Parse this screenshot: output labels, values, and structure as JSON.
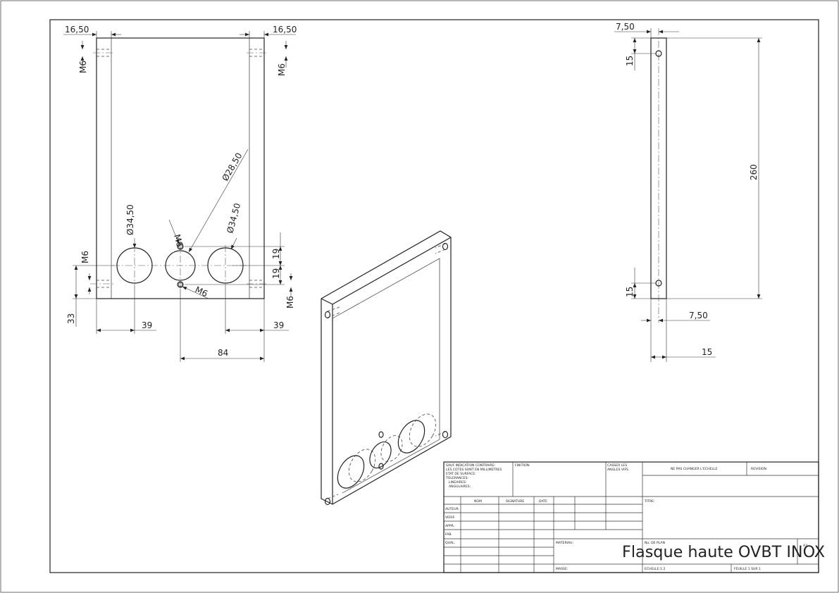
{
  "dimensions": {
    "front": {
      "edge_left": "16,50",
      "edge_right": "16,50",
      "thread_top_left": "M6",
      "thread_top_right": "M6",
      "thread_bottom_left": "M6",
      "thread_bottom_right": "M6",
      "bore_left": "Ø34,50",
      "bore_right": "Ø34,50",
      "bore_center": "Ø28,50",
      "thread_upper": "M6",
      "thread_lower": "M6",
      "spacing_up": "19",
      "spacing_down": "19",
      "height_33": "33",
      "left_39": "39",
      "right_39": "39",
      "width_84": "84"
    },
    "side": {
      "thickness_top": "7,50",
      "hole_top": "15",
      "height": "260",
      "hole_bottom": "15",
      "thickness_bottom": "7,50",
      "width": "15"
    }
  },
  "title_block": {
    "sauf": [
      "SAUF INDICATION CONTRAIRE:",
      "LES COTES SONT EN MILLIMETRES",
      "ETAT DE SURFACE:",
      "TOLERANCES:",
      "LINEAIRES:",
      "ANGULAIRES:"
    ],
    "finition": "FINITION:",
    "casser": [
      "CASSER LES",
      "ANGLES VIFS"
    ],
    "ne_pas_changer": "NE PAS CHANGER L'ECHELLE",
    "revision": "REVISION",
    "col_nom": "NOM",
    "col_signature": "SIGNATURE",
    "col_date": "DATE",
    "rows": [
      "AUTEUR",
      "VERIF.",
      "APPR.",
      "FAB.",
      "QUAL."
    ],
    "titre": "TITRE:",
    "materiau": "MATERIAU:",
    "no_de_plan": "No. DE PLAN",
    "format": "A3",
    "masse": "MASSE:",
    "echelle": "ECHELLE:1:2",
    "feuille": "FEUILLE 1 SUR 1",
    "title": "Flasque haute OVBT INOX"
  }
}
